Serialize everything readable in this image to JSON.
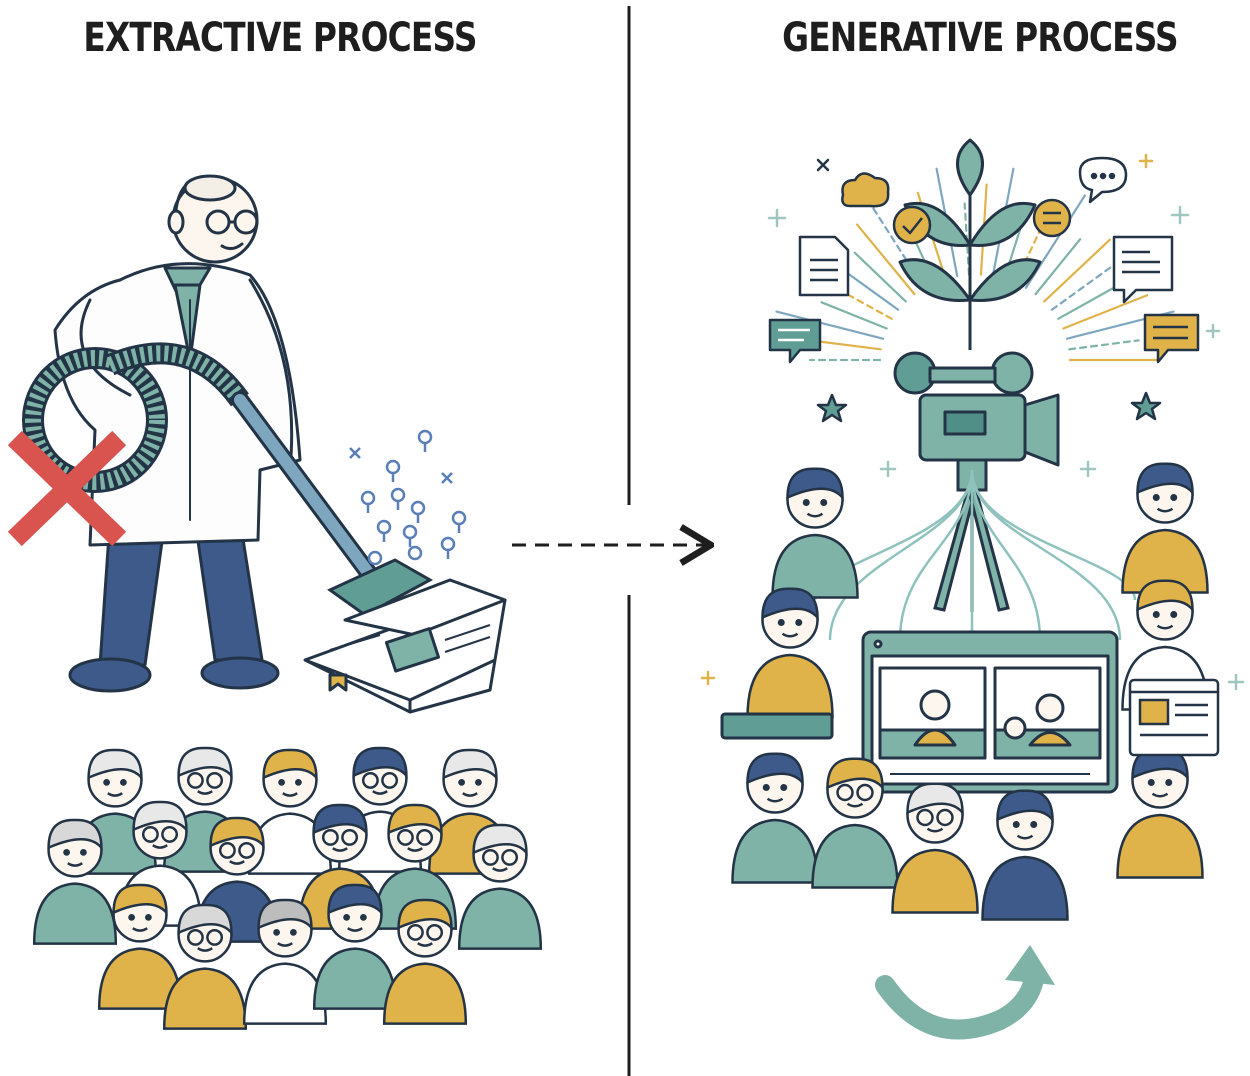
{
  "panels": {
    "left": {
      "title": "EXTRACTIVE PROCESS",
      "illustration": [
        "scientist",
        "vacuum",
        "book",
        "red-x",
        "crowd"
      ]
    },
    "right": {
      "title": "GENERATIVE PROCESS",
      "illustration": [
        "plant",
        "video-camera",
        "tripod",
        "screen",
        "participants",
        "cycle-arrow"
      ]
    },
    "transition": "dashed-arrow-right"
  },
  "colors": {
    "ink": "#243447",
    "teal": "#7fb3a8",
    "teal_dark": "#4f8f87",
    "gold": "#e0b24a",
    "navy": "#3d5a8a",
    "red": "#d9534f",
    "skin": "#fdf6ee"
  }
}
